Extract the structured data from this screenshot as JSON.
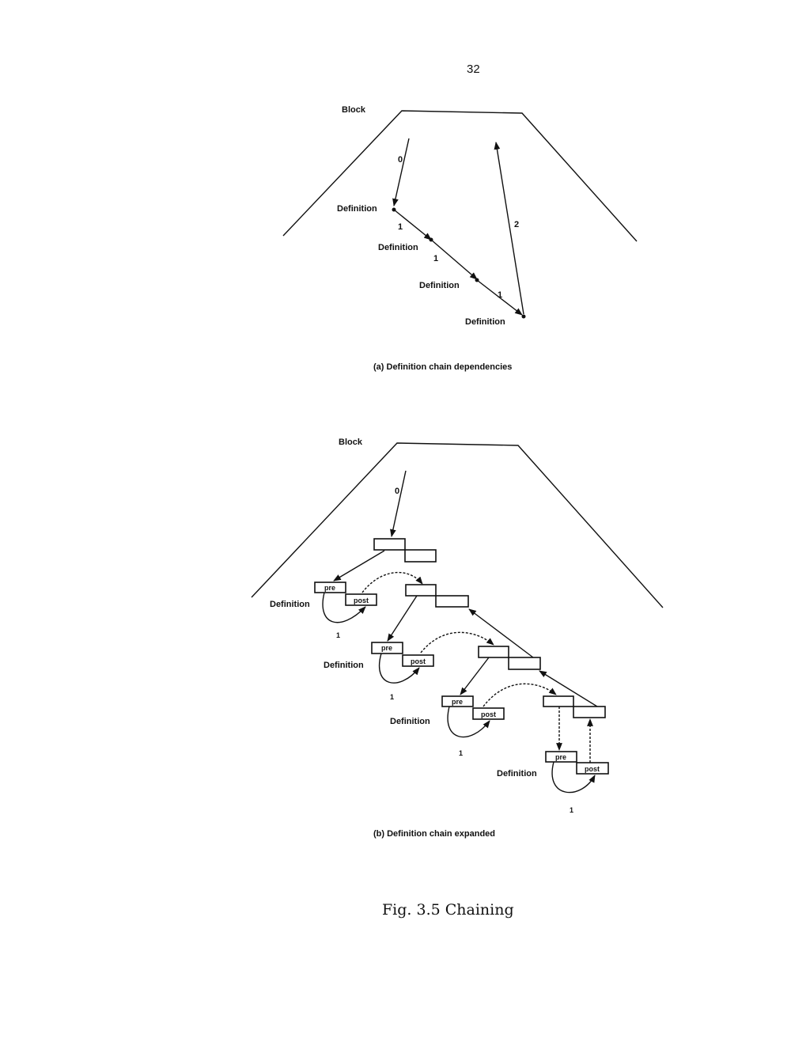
{
  "page_number": "32",
  "figure_a": {
    "block_label": "Block",
    "definition_label": "Definition",
    "edge_labels": {
      "entry": "0",
      "chain": "1",
      "return": "2"
    },
    "caption": "(a) Definition chain dependencies"
  },
  "figure_b": {
    "block_label": "Block",
    "definition_label": "Definition",
    "pre_label": "pre",
    "post_label": "post",
    "edge_labels": {
      "entry": "0",
      "loop": "1"
    },
    "caption": "(b) Definition chain expanded"
  },
  "figure_caption": "Fig. 3.5 Chaining"
}
